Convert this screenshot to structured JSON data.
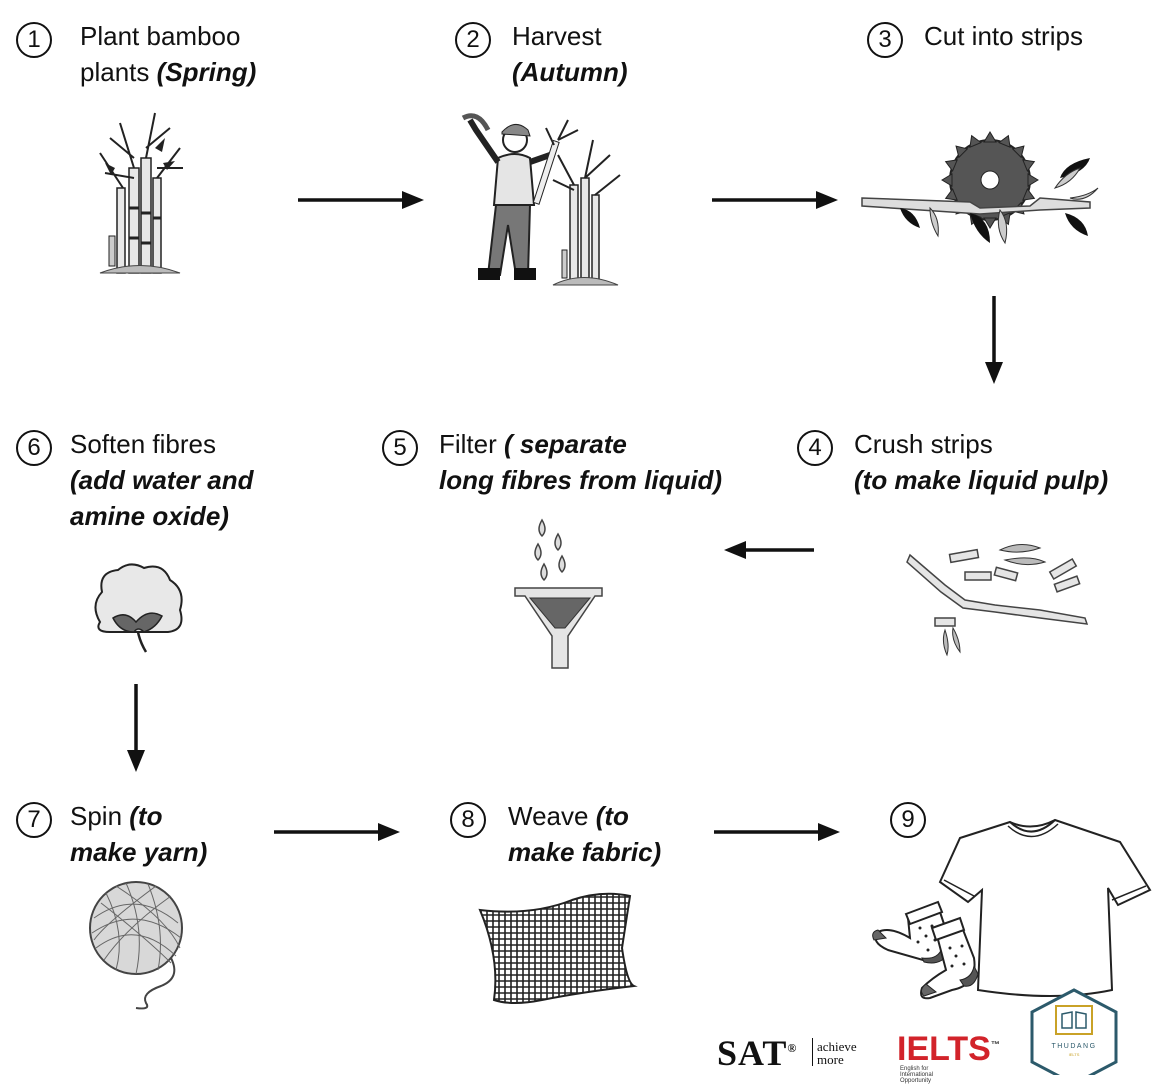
{
  "steps": [
    {
      "number": "1",
      "line1_main": "Plant bamboo",
      "line2_main": "plants ",
      "line2_italic": "(Spring)"
    },
    {
      "number": "2",
      "line1_main": "Harvest",
      "line2_italic": "(Autumn)"
    },
    {
      "number": "3",
      "line1_main": "Cut into strips"
    },
    {
      "number": "4",
      "line1_main": "Crush strips",
      "line2_italic": "(to make liquid pulp)"
    },
    {
      "number": "5",
      "line1_main": "Filter ",
      "line1_italic": "( separate",
      "line2_italic": "long fibres from liquid)"
    },
    {
      "number": "6",
      "line1_main": "Soften fibres",
      "line2_italic": "(add water and",
      "line3_italic": "amine oxide)"
    },
    {
      "number": "7",
      "line1_main": "Spin ",
      "line1_italic": "(to",
      "line2_italic": "make yarn)"
    },
    {
      "number": "8",
      "line1_main": "Weave ",
      "line1_italic": "(to",
      "line2_italic": "make fabric)"
    },
    {
      "number": "9"
    }
  ],
  "icons": [
    "bamboo-plant-icon",
    "harvester-icon",
    "saw-icon",
    "crushed-strips-icon",
    "filter-funnel-icon",
    "cotton-boll-icon",
    "yarn-ball-icon",
    "fabric-icon",
    "clothes-icon"
  ],
  "logos": {
    "sat_text": "SAT",
    "sat_reg": "®",
    "sat_tag1": "achieve",
    "sat_tag2": "more",
    "ielts_text": "IELTS",
    "ielts_tm": "™",
    "ielts_sub": "English for International Opportunity",
    "thudang_text": "THUDANG",
    "thudang_sub": "IELTS"
  },
  "colors": {
    "ink": "#111111",
    "ielts_red": "#d2232a",
    "thudang_teal": "#2c5a6b",
    "thudang_gold": "#c9a227"
  }
}
